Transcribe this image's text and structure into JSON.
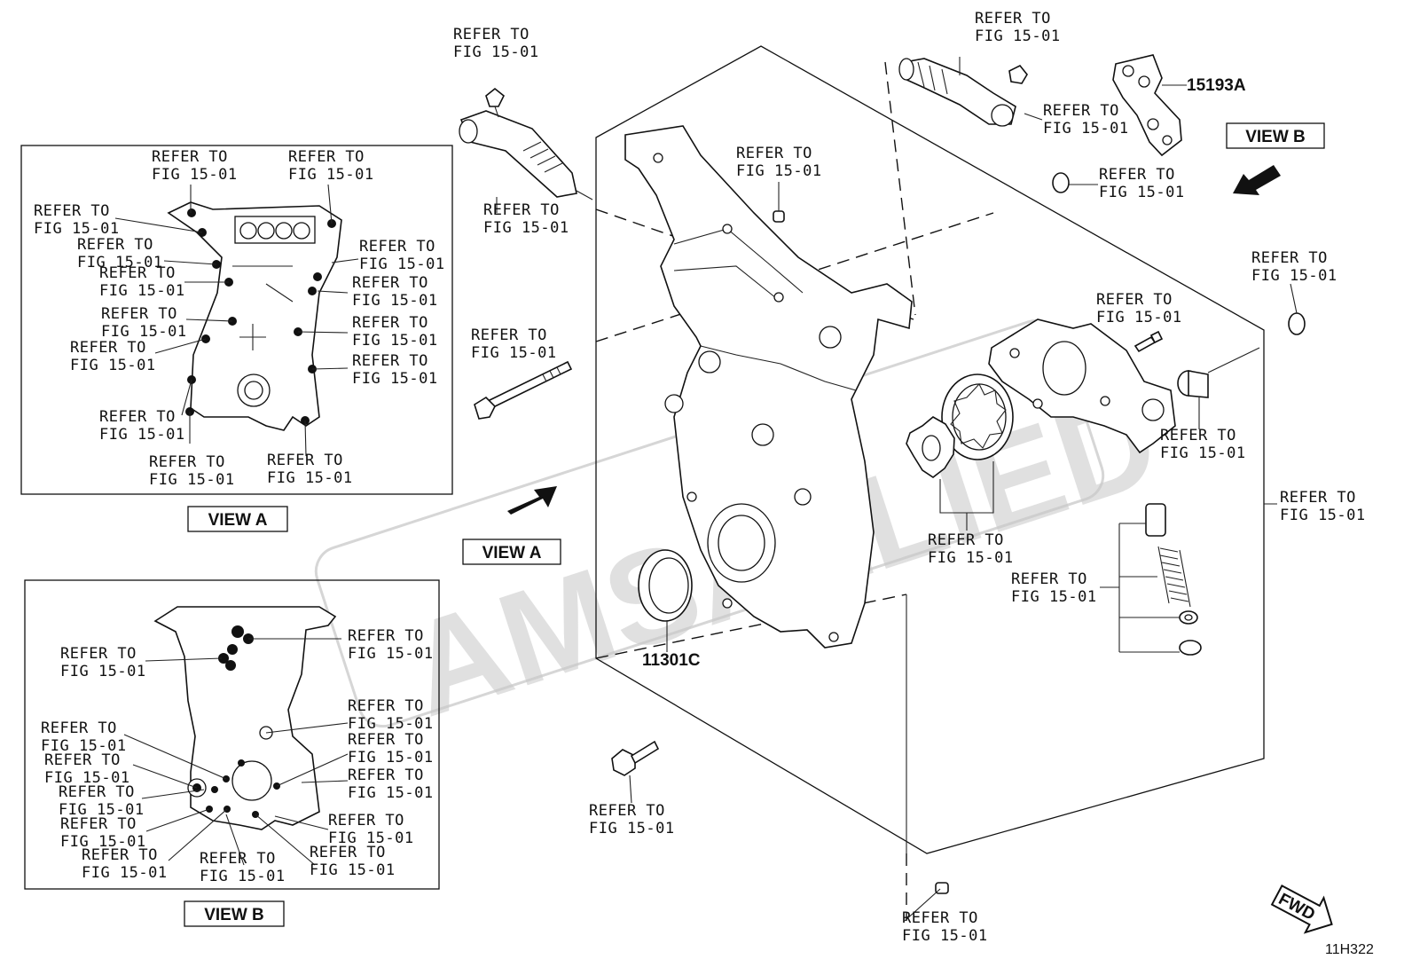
{
  "diagram": {
    "refer_line1": "REFER TO",
    "refer_line2": "FIG 15-01",
    "parts": {
      "p15193a": "15193A",
      "p11301c": "11301C"
    },
    "views": {
      "view_a": "VIEW A",
      "view_b": "VIEW B"
    },
    "watermark": "AMSALLIED",
    "fwd": "FWD",
    "code": "11H322"
  }
}
